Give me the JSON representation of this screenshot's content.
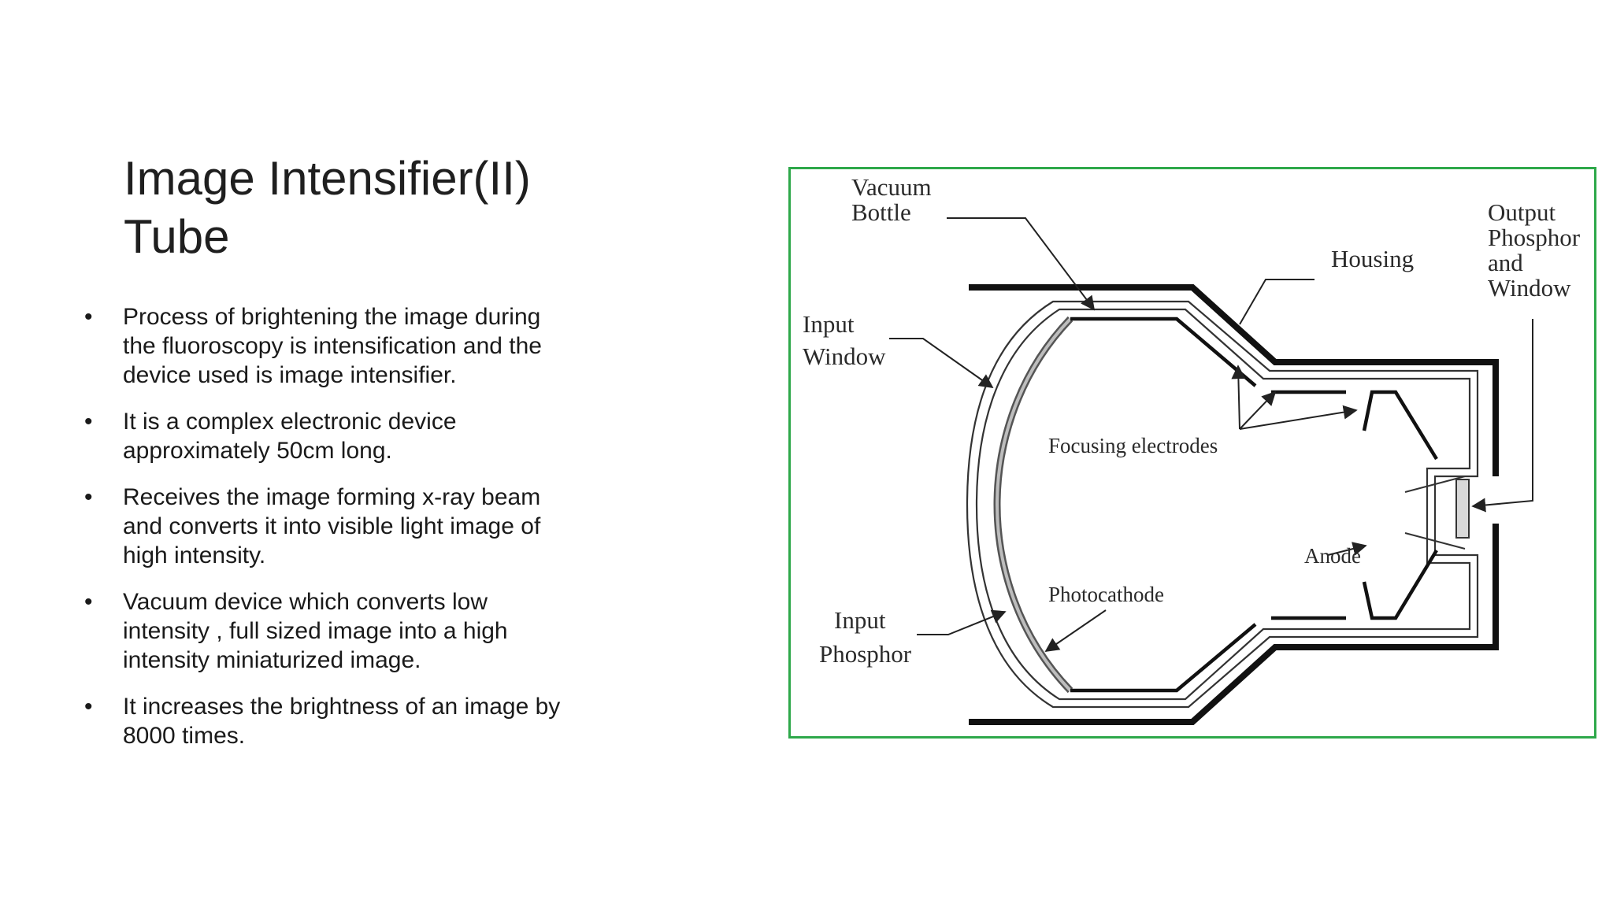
{
  "slide": {
    "title_lines": [
      "Image Intensifier(II)",
      "Tube"
    ],
    "bullet_symbol": "•",
    "bullets": [
      "Process of brightening the image during\nthe fluoroscopy is intensification and the\ndevice used is image intensifier.",
      "It is a complex electronic device\napproximately 50cm long.",
      "Receives the image forming x-ray beam\nand converts it into visible light image of\nhigh intensity.",
      "Vacuum device which converts low\nintensity , full sized image into a high\nintensity miniaturized image.",
      "It increases the brightness of an image by\n8000  times."
    ]
  },
  "diagram": {
    "border_color": "#2ea84a",
    "labels": {
      "vacuum_bottle": [
        "Vacuum",
        "Bottle"
      ],
      "housing": "Housing",
      "output_phosphor": [
        "Output",
        "Phosphor",
        "and",
        "Window"
      ],
      "input_window": [
        "Input",
        "Window"
      ],
      "focusing_electrodes": "Focusing electrodes",
      "anode": "Anode",
      "photocathode": "Photocathode",
      "input_phosphor": [
        "Input",
        "Phosphor"
      ]
    }
  }
}
